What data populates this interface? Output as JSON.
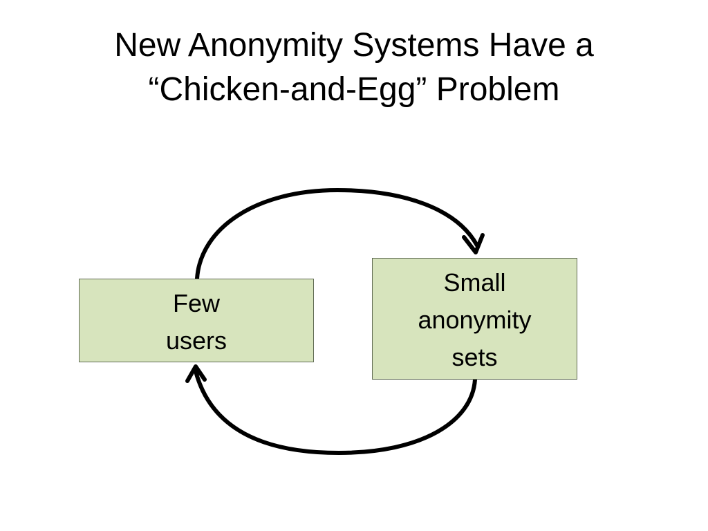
{
  "slide": {
    "title_line_1": "New Anonymity Systems Have a",
    "title_line_2": "“Chicken-and-Egg” Problem"
  },
  "diagram": {
    "nodes": {
      "few_users": {
        "line_1": "Few",
        "line_2": "users"
      },
      "small_sets": {
        "line_1": "Small",
        "line_2": "anonymity",
        "line_3": "sets"
      }
    },
    "colors": {
      "box_fill": "#d7e4bd",
      "box_border": "#5f6a53",
      "arrow": "#000000"
    }
  }
}
